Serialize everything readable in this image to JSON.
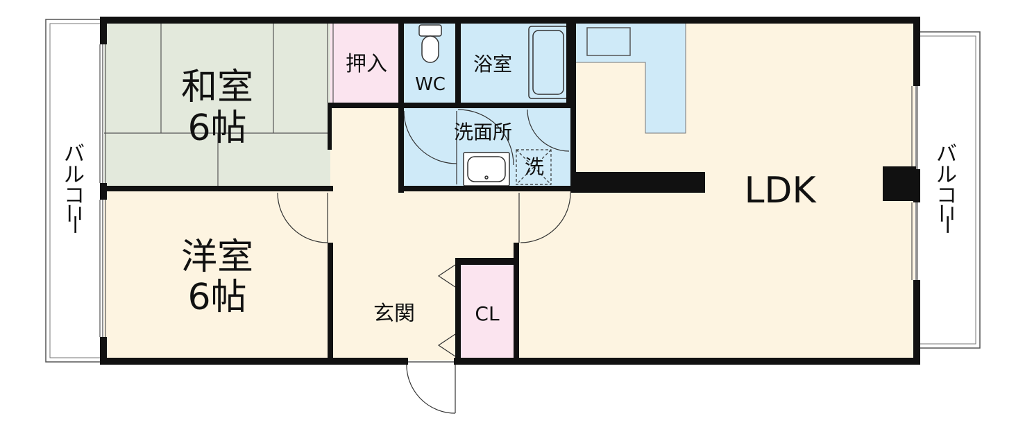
{
  "rooms": {
    "washitsu": {
      "name": "和室",
      "size": "6帖"
    },
    "youshitsu": {
      "name": "洋室",
      "size": "6帖"
    },
    "oshiire": "押入",
    "wc": "WC",
    "yokushitsu": "浴室",
    "senmenjo": "洗面所",
    "sentakuki": "洗",
    "genkan": "玄関",
    "closet": "CL",
    "ldk": "LDK"
  },
  "balcony_left": [
    "バ",
    "ル",
    "コ",
    "ニ",
    "ー"
  ],
  "balcony_right": [
    "バ",
    "ル",
    "コ",
    "ニ",
    "ー"
  ],
  "colors": {
    "wall": "#111111",
    "tatami": "#e3e9dc",
    "western": "#fdf4e1",
    "storage_pink": "#fbe4ef",
    "water_blue": "#cfeaf8",
    "line": "#333333"
  }
}
